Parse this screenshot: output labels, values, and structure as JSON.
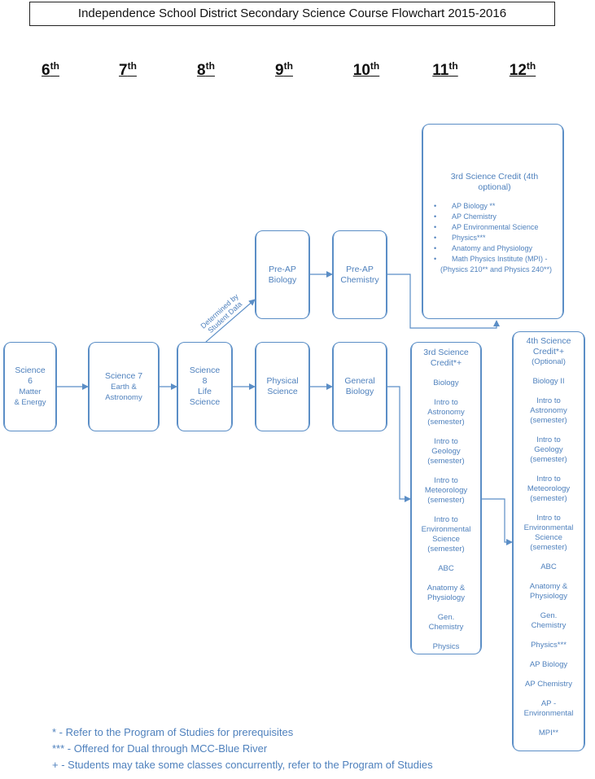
{
  "title": "Independence School District Secondary Science Course Flowchart 2015-2016",
  "grades": [
    {
      "num": "6",
      "suffix": "th"
    },
    {
      "num": "7",
      "suffix": "th"
    },
    {
      "num": "8",
      "suffix": "th"
    },
    {
      "num": "9",
      "suffix": "th"
    },
    {
      "num": "10",
      "suffix": "th"
    },
    {
      "num": "11",
      "suffix": "th"
    },
    {
      "num": "12",
      "suffix": "th"
    }
  ],
  "courses": {
    "science6": {
      "line1": "Science",
      "line2": "6",
      "line3": "Matter",
      "line4": "& Energy"
    },
    "science7": {
      "line1": "Science 7",
      "line2": "Earth &",
      "line3": "Astronomy"
    },
    "science8": {
      "line1": "Science",
      "line2": "8",
      "line3": "Life",
      "line4": "Science"
    },
    "physical": {
      "line1": "Physical",
      "line2": "Science"
    },
    "general_bio": {
      "line1": "General",
      "line2": "Biology"
    },
    "preap_bio": {
      "line1": "Pre-AP",
      "line2": "Biology"
    },
    "preap_chem": {
      "line1": "Pre-AP",
      "line2": "Chemistry"
    }
  },
  "determined_label": {
    "line1": "Determined by",
    "line2": "Student Data"
  },
  "third_credit_ap": {
    "heading": "3rd Science Credit (4th optional)",
    "items": [
      "AP Biology **",
      "AP Chemistry",
      "AP Environmental Science",
      "Physics***",
      "Anatomy and Physiology",
      "Math Physics Institute (MPI) -"
    ],
    "tail": "(Physics 210** and Physics 240**)"
  },
  "third_credit": {
    "heading1": "3rd Science",
    "heading2": "Credit*+",
    "items": [
      [
        "Biology"
      ],
      [
        "Intro to",
        "Astronomy",
        "(semester)"
      ],
      [
        "Intro to Geology",
        "(semester)"
      ],
      [
        "Intro to",
        "Meteorology",
        "(semester)"
      ],
      [
        "Intro to",
        "Environmental",
        "Science",
        "(semester)"
      ],
      [
        "ABC"
      ],
      [
        "Anatomy &",
        "Physiology"
      ],
      [
        "Gen. Chemistry"
      ],
      [
        "Physics"
      ]
    ]
  },
  "fourth_credit": {
    "heading1": "4th Science",
    "heading2": "Credit*+",
    "heading3": "(Optional)",
    "items": [
      [
        "Biology II"
      ],
      [
        "Intro to",
        "Astronomy",
        "(semester)"
      ],
      [
        "Intro to Geology",
        "(semester)"
      ],
      [
        "Intro to",
        "Meteorology",
        "(semester)"
      ],
      [
        "Intro to",
        "Environmental",
        "Science",
        "(semester)"
      ],
      [
        "ABC"
      ],
      [
        "Anatomy &",
        "Physiology"
      ],
      [
        "Gen. Chemistry"
      ],
      [
        "Physics***"
      ],
      [
        "AP Biology"
      ],
      [
        "AP Chemistry"
      ],
      [
        "AP -",
        "Environmental"
      ],
      [
        "MPI**"
      ]
    ]
  },
  "footnotes": [
    "* - Refer to the Program of Studies for prerequisites",
    "*** - Offered for Dual through MCC-Blue River",
    "+ - Students may take some classes concurrently, refer to the Program of Studies"
  ],
  "colors": {
    "accent": "#4f81bd",
    "border": "#5b8ec6"
  }
}
